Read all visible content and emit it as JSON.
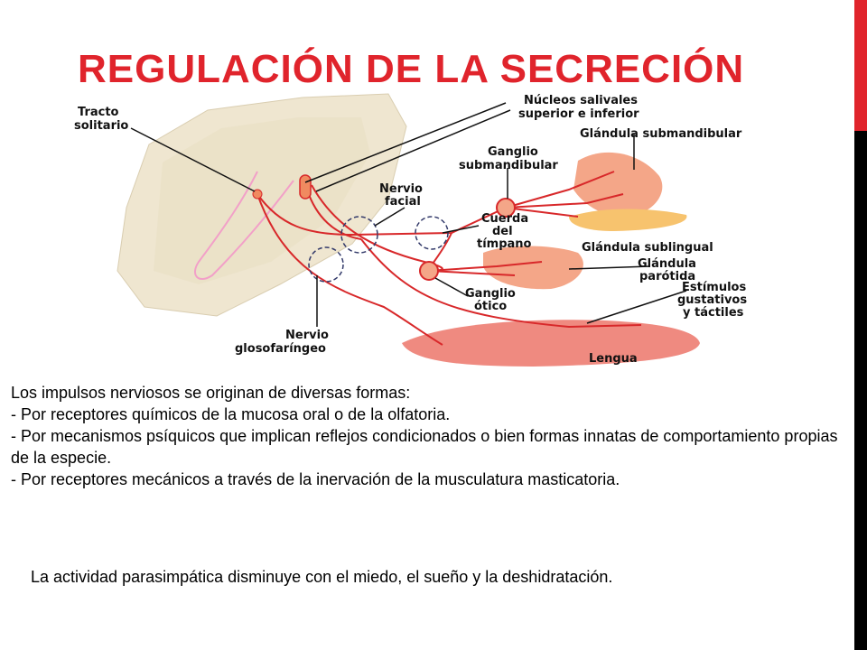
{
  "slide": {
    "title": "REGULACIÓN DE LA SECRECIÓN",
    "colors": {
      "accent": "#e0242c",
      "sidebar": "#000000",
      "nerve": "#d8282a",
      "gland": "#f4a688",
      "tongue": "#ef8a80",
      "background_tissue": "#efe6d0"
    }
  },
  "figure": {
    "labels": {
      "tracto_1": "Tracto",
      "tracto_2": "solitario",
      "nucleos_1": "Núcleos salivales",
      "nucleos_2": "superior e inferior",
      "gland_submand": "Glándula submandibular",
      "ganglio_sub_1": "Ganglio",
      "ganglio_sub_2": "submandibular",
      "nervio_facial_1": "Nervio",
      "nervio_facial_2": "facial",
      "cuerda_1": "Cuerda",
      "cuerda_2": "del",
      "cuerda_3": "tímpano",
      "gland_subling": "Glándula sublingual",
      "parotida_1": "Glándula",
      "parotida_2": "parótida",
      "estimulos_1": "Estímulos",
      "estimulos_2": "gustativos",
      "estimulos_3": "y táctiles",
      "ganglio_otico_1": "Ganglio",
      "ganglio_otico_2": "ótico",
      "glosofaringeo_1": "Nervio",
      "glosofaringeo_2": "glosofaríngeo",
      "lengua": "Lengua"
    }
  },
  "body": {
    "lines": [
      "Los impulsos nerviosos se originan de diversas formas:",
      "- Por receptores químicos de la mucosa oral o de la olfatoria.",
      "- Por mecanismos psíquicos que implican reflejos condicionados o bien formas innatas de comportamiento propias de la especie.",
      "- Por receptores mecánicos  a través de la inervación de la musculatura masticatoria."
    ],
    "note": "La actividad parasimpática disminuye con el miedo, el sueño y la deshidratación."
  }
}
